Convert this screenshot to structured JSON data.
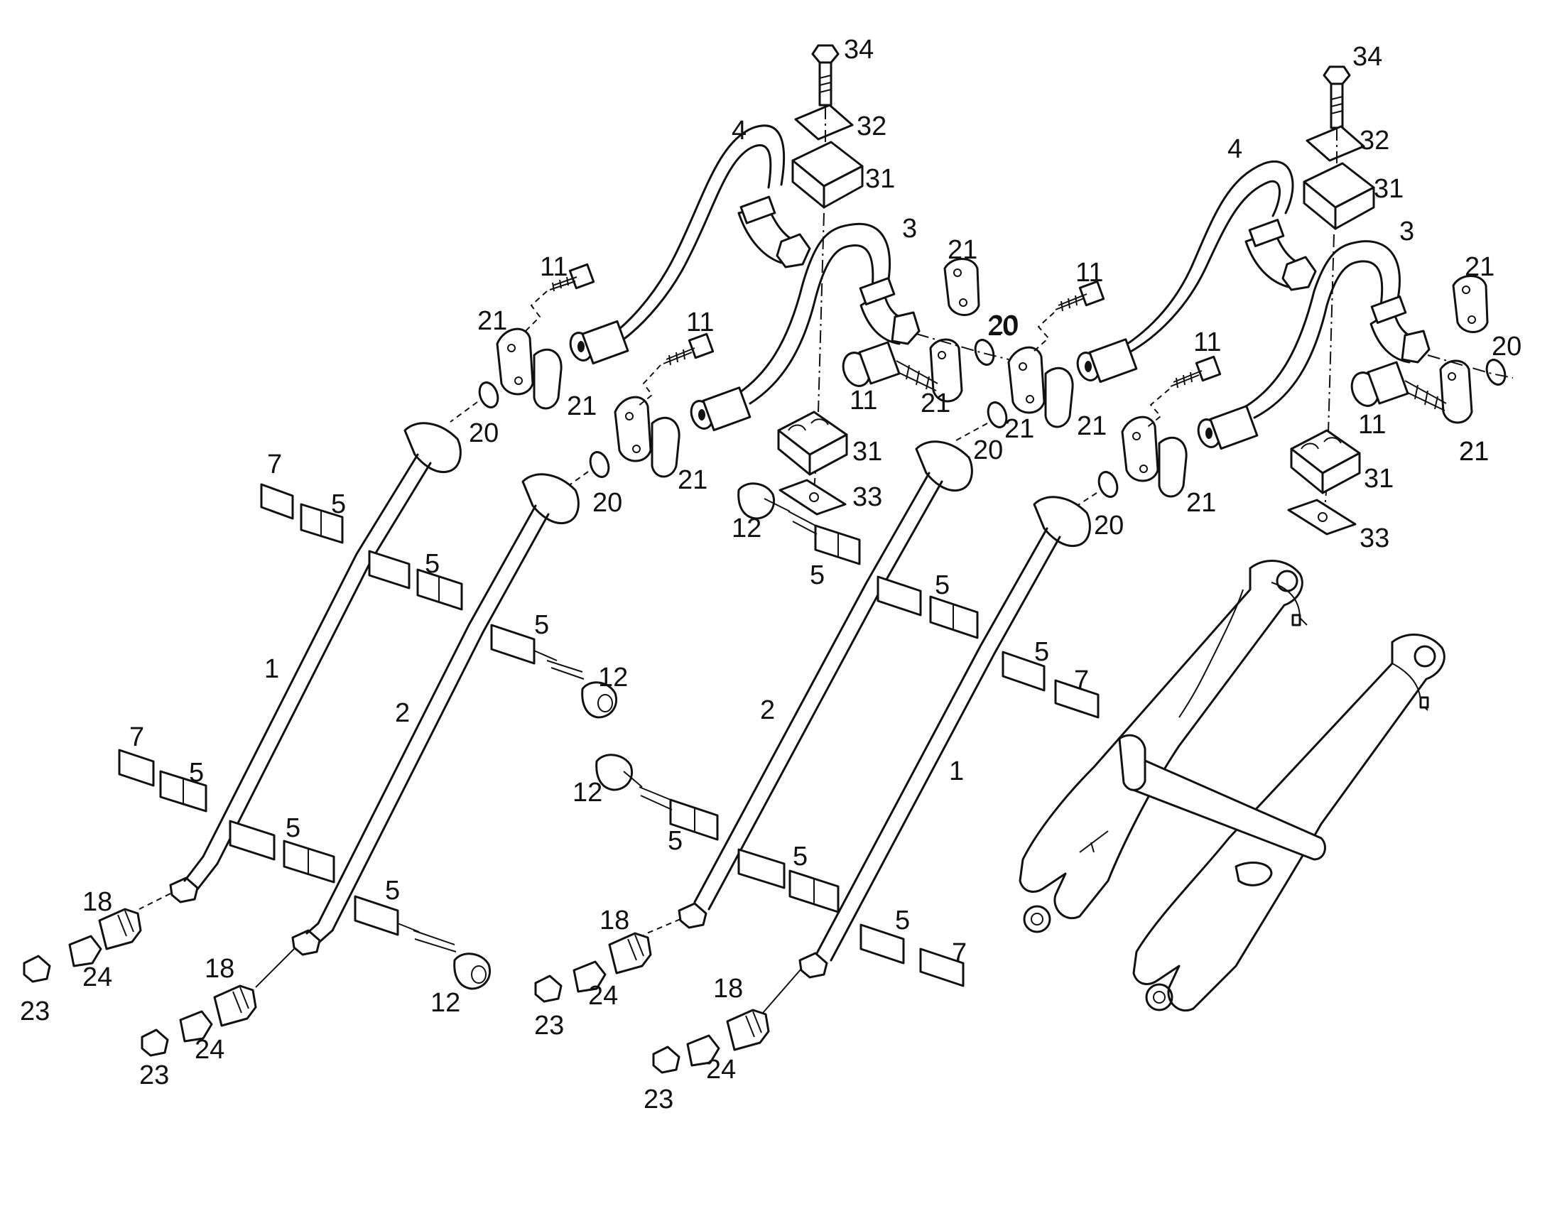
{
  "callouts": {
    "c01": "34",
    "c02": "32",
    "c03": "31",
    "c04": "4",
    "c05": "3",
    "c06": "21",
    "c07": "11",
    "c08": "11",
    "c09": "21",
    "c10": "21",
    "c11": "20",
    "c12": "20",
    "c13": "20",
    "c14": "11",
    "c15": "21",
    "c16": "20",
    "c17": "21",
    "c18": "31",
    "c19": "33",
    "c20": "12",
    "c21": "7",
    "c22": "5",
    "c23": "5",
    "c24": "5",
    "c25": "12",
    "c26": "1",
    "c27": "2",
    "c28": "7",
    "c29": "5",
    "c30": "5",
    "c31": "5",
    "c32": "12",
    "c33": "18",
    "c34": "24",
    "c35": "23",
    "c36": "18",
    "c37": "24",
    "c38": "23",
    "c39": "5",
    "c40": "34",
    "c41": "32",
    "c42": "31",
    "c43": "4",
    "c44": "3",
    "c45": "21",
    "c46": "11",
    "c47": "20",
    "c48": "11",
    "c49": "11",
    "c50": "21",
    "c51": "21",
    "c52": "20",
    "c53": "20",
    "c54": "21",
    "c55": "31",
    "c56": "33",
    "c57": "5",
    "c58": "5",
    "c59": "7",
    "c60": "2",
    "c61": "1",
    "c62": "12",
    "c63": "5",
    "c64": "5",
    "c65": "5",
    "c66": "7",
    "c67": "18",
    "c68": "24",
    "c69": "23",
    "c70": "18",
    "c71": "24",
    "c72": "23",
    "c73": "21",
    "c74": "21"
  }
}
